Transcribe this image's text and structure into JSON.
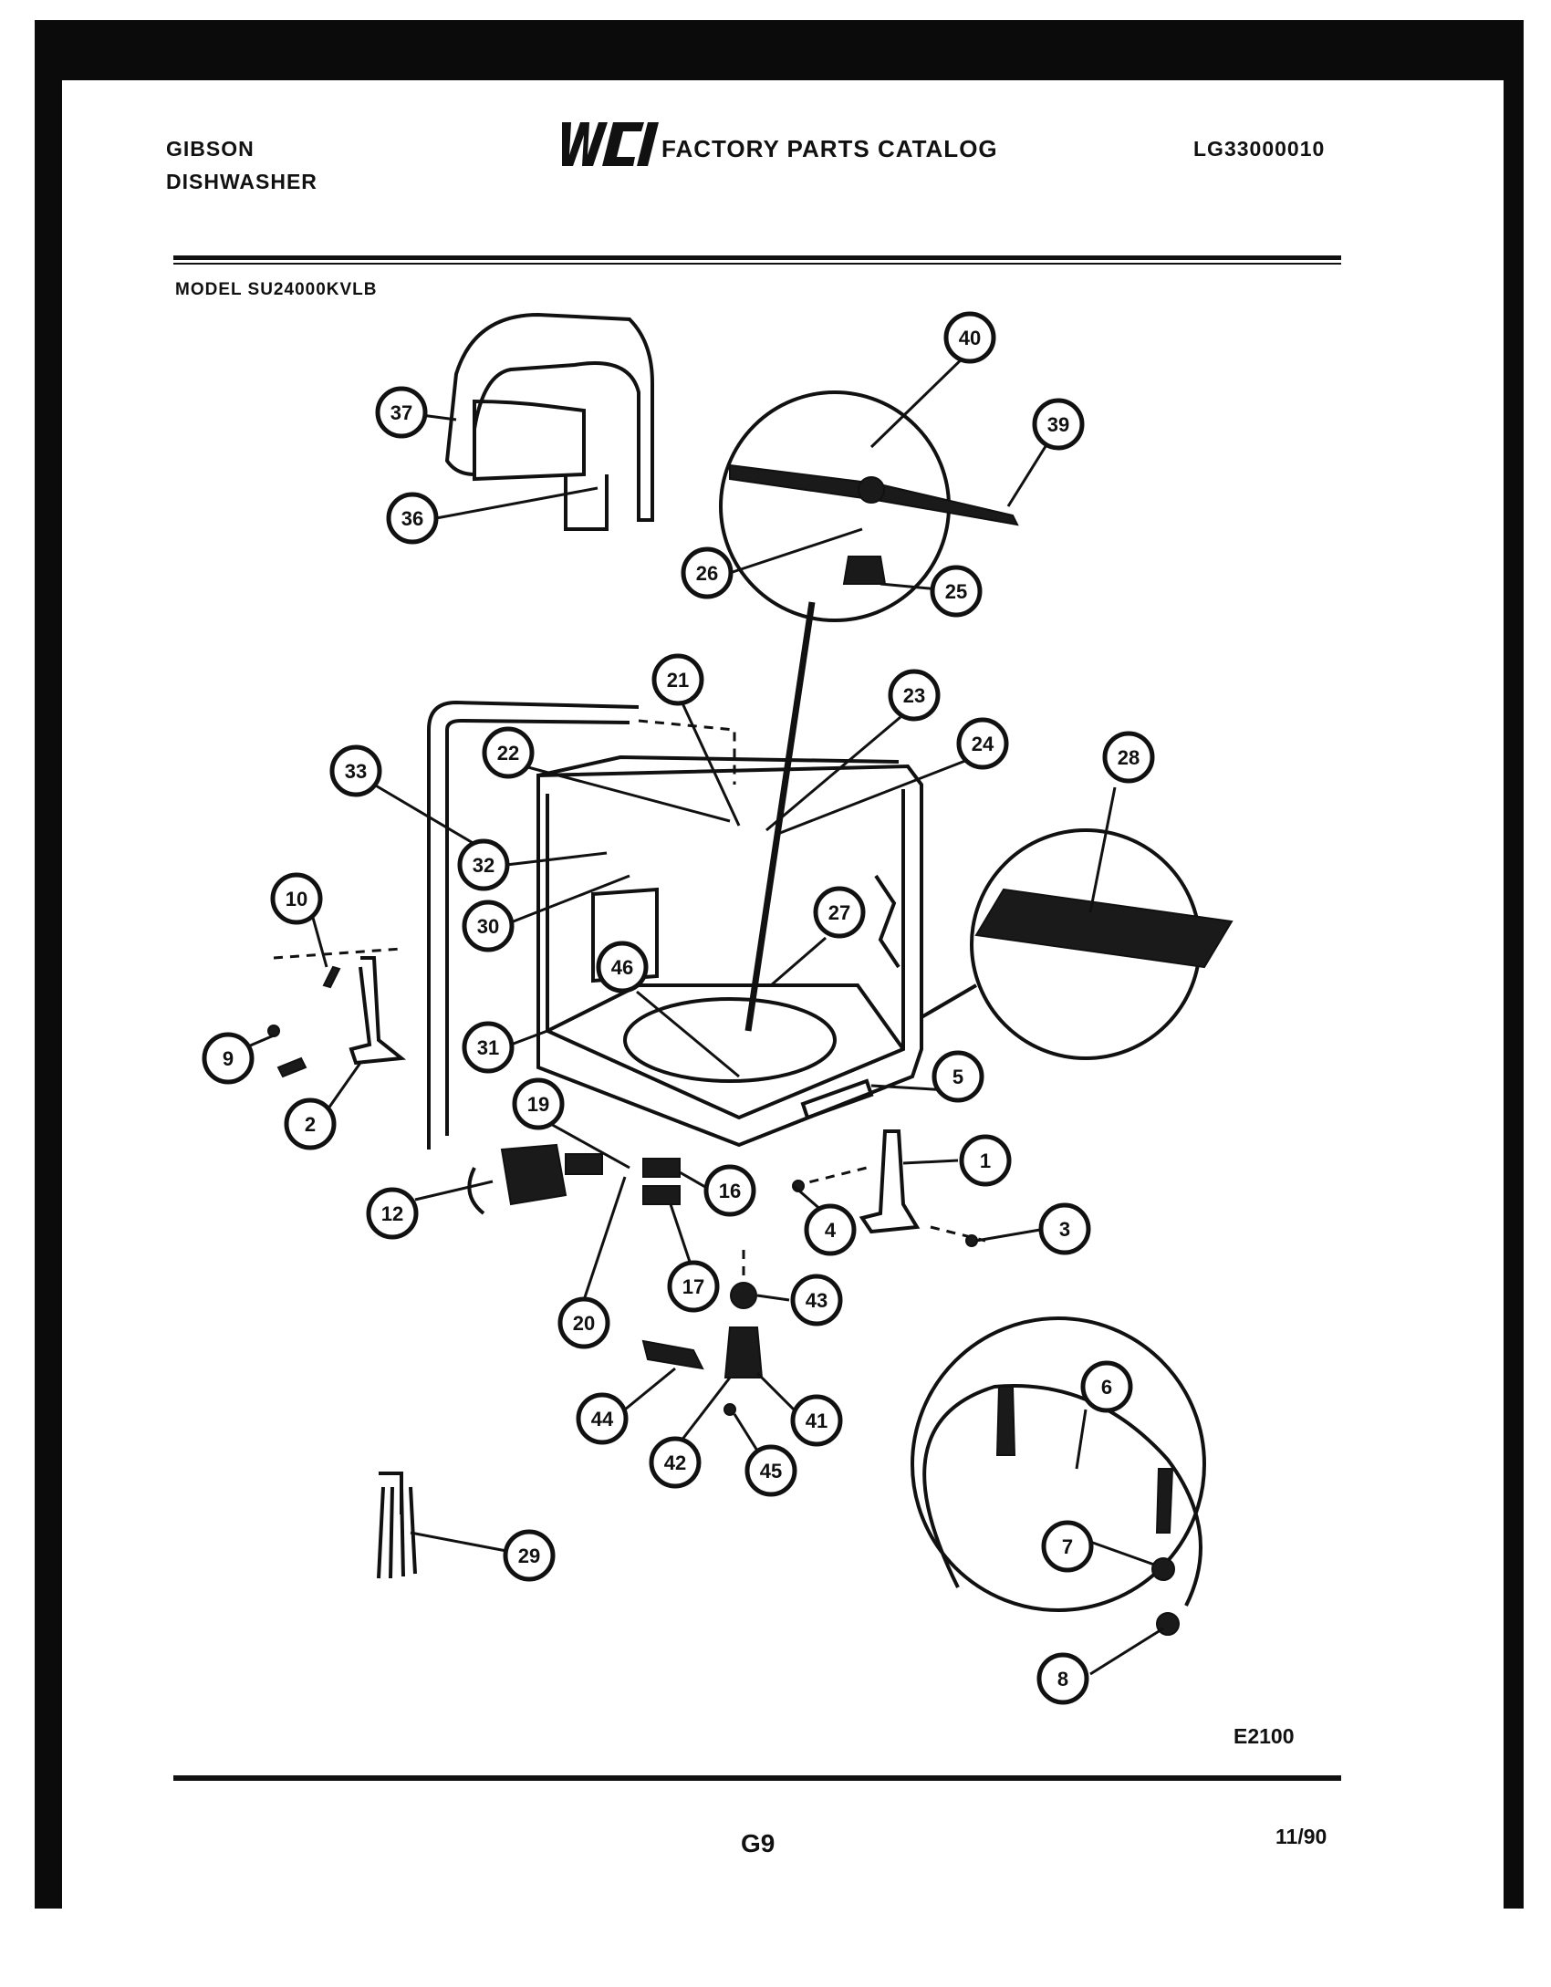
{
  "header": {
    "brand": "GIBSON",
    "product": "DISHWASHER",
    "catalog_title": "FACTORY PARTS CATALOG",
    "doc_number": "LG33000010",
    "logo_text": "WCI"
  },
  "model_line": "MODEL SU24000KVLB",
  "figure_code": "E2100",
  "footer": {
    "page": "G9",
    "date": "11/90"
  },
  "callouts": [
    "40",
    "39",
    "37",
    "36",
    "26",
    "25",
    "21",
    "23",
    "22",
    "24",
    "28",
    "33",
    "32",
    "30",
    "27",
    "46",
    "10",
    "31",
    "9",
    "2",
    "5",
    "19",
    "1",
    "12",
    "16",
    "4",
    "3",
    "17",
    "43",
    "20",
    "44",
    "41",
    "42",
    "45",
    "29",
    "6",
    "7",
    "8"
  ],
  "colors": {
    "ink": "#111111",
    "paper": "#ffffff",
    "border": "#0b0b0b"
  }
}
